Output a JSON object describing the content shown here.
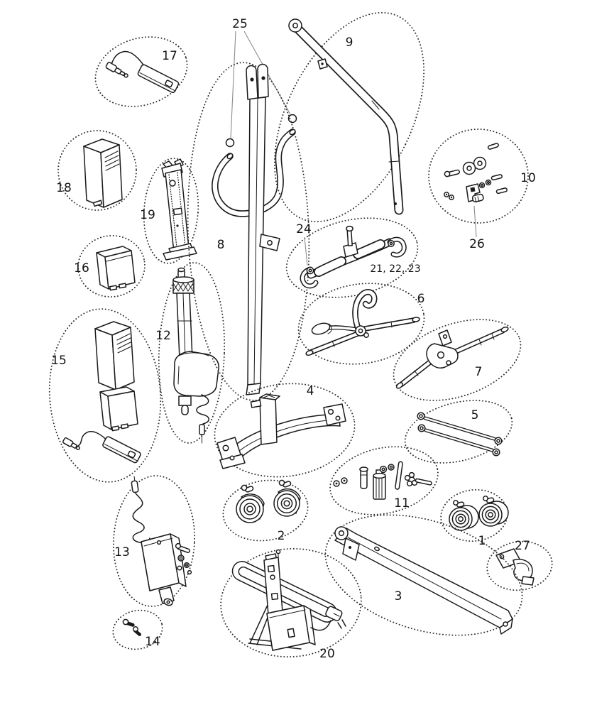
{
  "diagram": {
    "kind": "exploded-parts-diagram",
    "background_color": "#ffffff",
    "line_color": "#1a1a1a",
    "boundary_style": "dotted-ellipse",
    "leader_color": "#8c8c8c",
    "label_color": "#141414"
  },
  "labels": {
    "p1": "1",
    "p2": "2",
    "p3": "3",
    "p4": "4",
    "p5": "5",
    "p6": "6",
    "p7": "7",
    "p8": "8",
    "p9": "9",
    "p10": "10",
    "p11": "11",
    "p12": "12",
    "p13": "13",
    "p14": "14",
    "p15": "15",
    "p16": "16",
    "p17": "17",
    "p18": "18",
    "p19": "19",
    "p20": "20",
    "p21_22_23": "21, 22, 23",
    "p24": "24",
    "p25": "25",
    "p26": "26",
    "p27": "27"
  }
}
